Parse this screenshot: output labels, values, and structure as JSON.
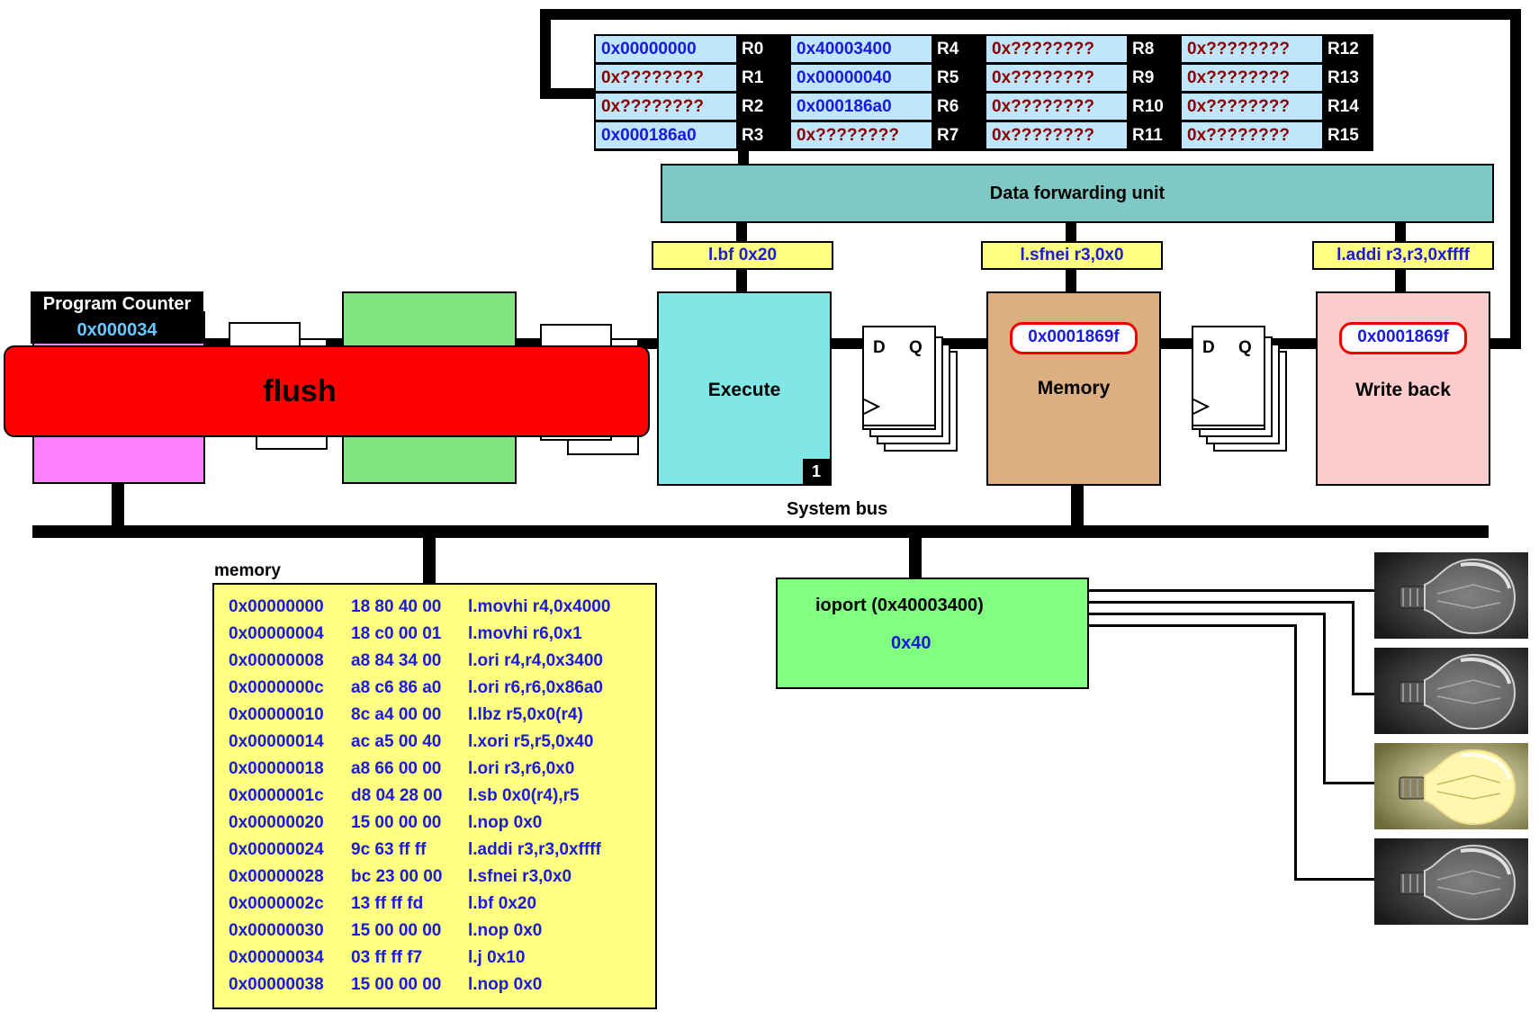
{
  "registers": [
    {
      "name": "R0",
      "value": "0x00000000",
      "known": true
    },
    {
      "name": "R1",
      "value": "0x????????",
      "known": false
    },
    {
      "name": "R2",
      "value": "0x????????",
      "known": false
    },
    {
      "name": "R3",
      "value": "0x000186a0",
      "known": true
    },
    {
      "name": "R4",
      "value": "0x40003400",
      "known": true
    },
    {
      "name": "R5",
      "value": "0x00000040",
      "known": true
    },
    {
      "name": "R6",
      "value": "0x000186a0",
      "known": true
    },
    {
      "name": "R7",
      "value": "0x????????",
      "known": false
    },
    {
      "name": "R8",
      "value": "0x????????",
      "known": false
    },
    {
      "name": "R9",
      "value": "0x????????",
      "known": false
    },
    {
      "name": "R10",
      "value": "0x????????",
      "known": false
    },
    {
      "name": "R11",
      "value": "0x????????",
      "known": false
    },
    {
      "name": "R12",
      "value": "0x????????",
      "known": false
    },
    {
      "name": "R13",
      "value": "0x????????",
      "known": false
    },
    {
      "name": "R14",
      "value": "0x????????",
      "known": false
    },
    {
      "name": "R15",
      "value": "0x????????",
      "known": false
    }
  ],
  "forwarding_unit": "Data forwarding unit",
  "program_counter": {
    "title": "Program Counter",
    "value": "0x000034"
  },
  "flush_label": "flush",
  "stages": {
    "execute": {
      "title": "Execute",
      "instruction": "l.bf 0x20",
      "badge": "1"
    },
    "memory": {
      "title": "Memory",
      "instruction": "l.sfnei r3,0x0",
      "value": "0x0001869f"
    },
    "writeback": {
      "title": "Write back",
      "instruction": "l.addi r3,r3,0xffff",
      "value": "0x0001869f"
    }
  },
  "flipflop": {
    "d": "D",
    "q": "Q"
  },
  "system_bus": "System bus",
  "memory": {
    "title": "memory",
    "rows": [
      {
        "addr": "0x00000000",
        "bytes": "18 80 40 00",
        "instr": "l.movhi r4,0x4000"
      },
      {
        "addr": "0x00000004",
        "bytes": "18 c0 00 01",
        "instr": "l.movhi r6,0x1"
      },
      {
        "addr": "0x00000008",
        "bytes": "a8 84 34 00",
        "instr": "l.ori r4,r4,0x3400"
      },
      {
        "addr": "0x0000000c",
        "bytes": "a8 c6 86 a0",
        "instr": "l.ori r6,r6,0x86a0"
      },
      {
        "addr": "0x00000010",
        "bytes": "8c a4 00 00",
        "instr": "l.lbz r5,0x0(r4)"
      },
      {
        "addr": "0x00000014",
        "bytes": "ac a5 00 40",
        "instr": "l.xori r5,r5,0x40"
      },
      {
        "addr": "0x00000018",
        "bytes": "a8 66 00 00",
        "instr": "l.ori r3,r6,0x0"
      },
      {
        "addr": "0x0000001c",
        "bytes": "d8 04 28 00",
        "instr": "l.sb 0x0(r4),r5"
      },
      {
        "addr": "0x00000020",
        "bytes": "15 00 00 00",
        "instr": "l.nop 0x0"
      },
      {
        "addr": "0x00000024",
        "bytes": "9c 63 ff ff",
        "instr": "l.addi r3,r3,0xffff"
      },
      {
        "addr": "0x00000028",
        "bytes": "bc 23 00 00",
        "instr": "l.sfnei r3,0x0"
      },
      {
        "addr": "0x0000002c",
        "bytes": "13 ff ff fd",
        "instr": "l.bf 0x20"
      },
      {
        "addr": "0x00000030",
        "bytes": "15 00 00 00",
        "instr": "l.nop 0x0"
      },
      {
        "addr": "0x00000034",
        "bytes": "03 ff ff f7",
        "instr": "l.j 0x10"
      },
      {
        "addr": "0x00000038",
        "bytes": "15 00 00 00",
        "instr": "l.nop 0x0"
      }
    ]
  },
  "ioport": {
    "title": "ioport (0x40003400)",
    "value": "0x40"
  },
  "bulbs": [
    {
      "lit": false
    },
    {
      "lit": false
    },
    {
      "lit": true
    },
    {
      "lit": false
    }
  ],
  "colors": {
    "known_value": "#1a1adc",
    "unknown_value": "#8b0000",
    "register_bg": "#bfe6fb",
    "forwarding_unit": "#80c8c4",
    "execute": "#80e6e6",
    "memory": "#dcae80",
    "writeback": "#fdcccc",
    "flush": "#ff0000",
    "fetch": "#80e680",
    "pc_fill": "#ff80ff",
    "memory_panel": "#ffff80",
    "ioport": "#80ff80"
  }
}
